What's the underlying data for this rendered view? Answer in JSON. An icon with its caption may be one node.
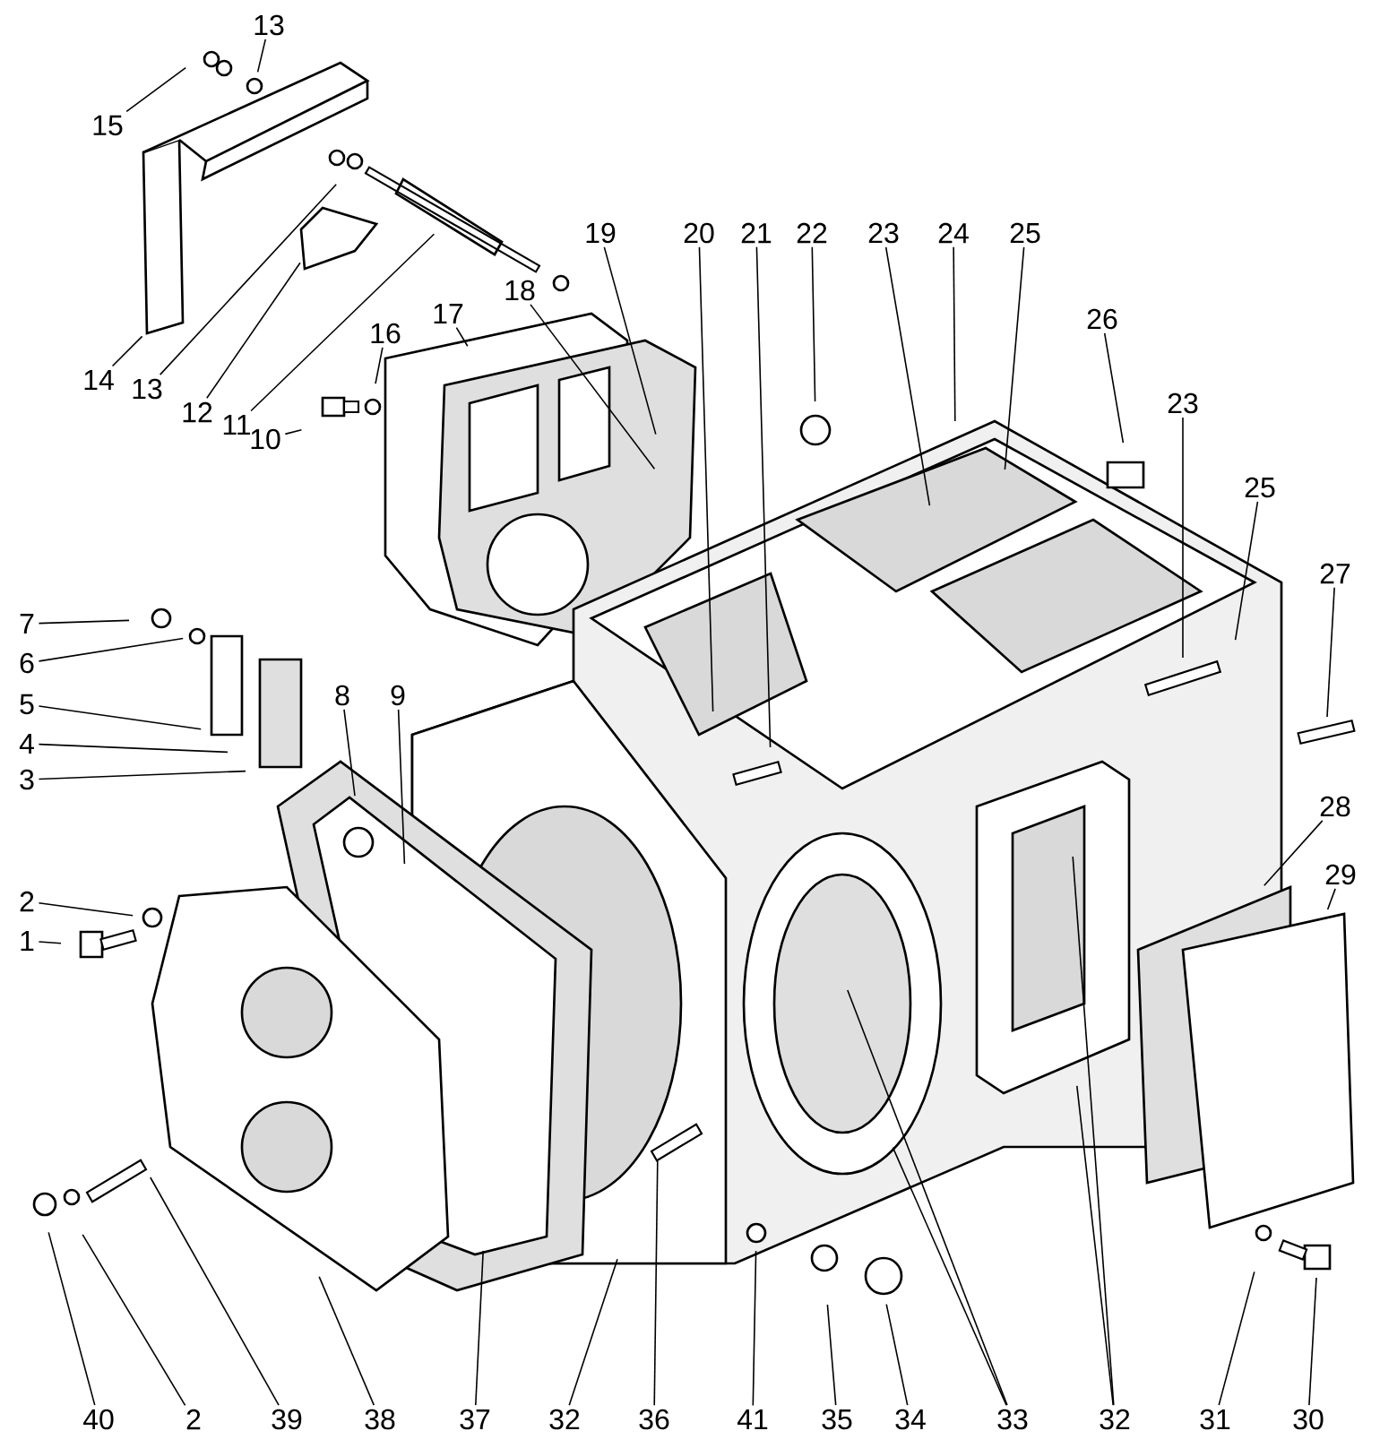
{
  "diagram": {
    "nodes": [
      {
        "text": [
          "13"
        ]
      },
      {
        "text": [
          "15"
        ]
      },
      {
        "text": [
          "14"
        ]
      },
      {
        "text": [
          "13"
        ]
      },
      {
        "text": [
          "12"
        ]
      },
      {
        "text": [
          "11"
        ]
      },
      {
        "text": [
          "10"
        ]
      },
      {
        "text": [
          "16"
        ]
      },
      {
        "text": [
          "17"
        ]
      },
      {
        "text": [
          "18"
        ]
      },
      {
        "text": [
          "19"
        ]
      },
      {
        "text": [
          "20"
        ]
      },
      {
        "text": [
          "21"
        ]
      },
      {
        "text": [
          "22"
        ]
      },
      {
        "text": [
          "23"
        ]
      },
      {
        "text": [
          "24"
        ]
      },
      {
        "text": [
          "25"
        ]
      },
      {
        "text": [
          "26"
        ]
      },
      {
        "text": [
          "23"
        ]
      },
      {
        "text": [
          "25"
        ]
      },
      {
        "text": [
          "27"
        ]
      },
      {
        "text": [
          "28"
        ]
      },
      {
        "text": [
          "29"
        ]
      },
      {
        "text": [
          "30"
        ]
      },
      {
        "text": [
          "31"
        ]
      },
      {
        "text": [
          "32"
        ]
      },
      {
        "text": [
          "33"
        ]
      },
      {
        "text": [
          "34"
        ]
      },
      {
        "text": [
          "35"
        ]
      },
      {
        "text": [
          "41"
        ]
      },
      {
        "text": [
          "36"
        ]
      },
      {
        "text": [
          "32"
        ]
      },
      {
        "text": [
          "37"
        ]
      },
      {
        "text": [
          "38"
        ]
      },
      {
        "text": [
          "39"
        ]
      },
      {
        "text": [
          "2"
        ]
      },
      {
        "text": [
          "40"
        ]
      },
      {
        "text": [
          "1"
        ]
      },
      {
        "text": [
          "2"
        ]
      },
      {
        "text": [
          "3"
        ]
      },
      {
        "text": [
          "4"
        ]
      },
      {
        "text": [
          "5"
        ]
      },
      {
        "text": [
          "6"
        ]
      },
      {
        "text": [
          "7"
        ]
      },
      {
        "text": [
          "8"
        ]
      },
      {
        "text": [
          "9"
        ]
      }
    ],
    "edges": [
      {
        "from": 0,
        "to": null,
        "arrow": "none"
      },
      {
        "from": 1,
        "to": null,
        "arrow": "none"
      },
      {
        "from": 2,
        "to": null,
        "arrow": "none"
      },
      {
        "from": 3,
        "to": null,
        "arrow": "none"
      },
      {
        "from": 4,
        "to": null,
        "arrow": "none"
      },
      {
        "from": 5,
        "to": null,
        "arrow": "none"
      },
      {
        "from": 6,
        "to": null,
        "arrow": "none"
      },
      {
        "from": 7,
        "to": null,
        "arrow": "none"
      },
      {
        "from": 8,
        "to": null,
        "arrow": "none"
      },
      {
        "from": 9,
        "to": null,
        "arrow": "none"
      },
      {
        "from": 10,
        "to": null,
        "arrow": "none"
      },
      {
        "from": 11,
        "to": null,
        "arrow": "none"
      },
      {
        "from": 12,
        "to": null,
        "arrow": "none"
      },
      {
        "from": 13,
        "to": null,
        "arrow": "none"
      },
      {
        "from": 14,
        "to": null,
        "arrow": "none"
      },
      {
        "from": 15,
        "to": null,
        "arrow": "none"
      },
      {
        "from": 16,
        "to": null,
        "arrow": "none"
      },
      {
        "from": 17,
        "to": null,
        "arrow": "none"
      },
      {
        "from": 18,
        "to": null,
        "arrow": "none"
      },
      {
        "from": 19,
        "to": null,
        "arrow": "none"
      },
      {
        "from": 20,
        "to": null,
        "arrow": "none"
      },
      {
        "from": 21,
        "to": null,
        "arrow": "none"
      },
      {
        "from": 22,
        "to": null,
        "arrow": "none"
      },
      {
        "from": 23,
        "to": null,
        "arrow": "none"
      },
      {
        "from": 24,
        "to": null,
        "arrow": "none"
      },
      {
        "from": 25,
        "to": null,
        "arrow": "none"
      },
      {
        "from": 25,
        "to": null,
        "arrow": "none"
      },
      {
        "from": 26,
        "to": null,
        "arrow": "none"
      },
      {
        "from": 26,
        "to": null,
        "arrow": "none"
      },
      {
        "from": 27,
        "to": null,
        "arrow": "none"
      },
      {
        "from": 28,
        "to": null,
        "arrow": "none"
      },
      {
        "from": 29,
        "to": null,
        "arrow": "none"
      },
      {
        "from": 30,
        "to": null,
        "arrow": "none"
      },
      {
        "from": 31,
        "to": null,
        "arrow": "none"
      },
      {
        "from": 32,
        "to": null,
        "arrow": "none"
      },
      {
        "from": 33,
        "to": null,
        "arrow": "none"
      },
      {
        "from": 34,
        "to": null,
        "arrow": "none"
      },
      {
        "from": 35,
        "to": null,
        "arrow": "none"
      },
      {
        "from": 36,
        "to": null,
        "arrow": "none"
      },
      {
        "from": 37,
        "to": null,
        "arrow": "none"
      },
      {
        "from": 38,
        "to": null,
        "arrow": "none"
      },
      {
        "from": 39,
        "to": null,
        "arrow": "none"
      },
      {
        "from": 40,
        "to": null,
        "arrow": "none"
      },
      {
        "from": 41,
        "to": null,
        "arrow": "none"
      },
      {
        "from": 42,
        "to": null,
        "arrow": "none"
      },
      {
        "from": 43,
        "to": null,
        "arrow": "none"
      },
      {
        "from": 44,
        "to": null,
        "arrow": "none"
      },
      {
        "from": 45,
        "to": null,
        "arrow": "none"
      }
    ]
  }
}
